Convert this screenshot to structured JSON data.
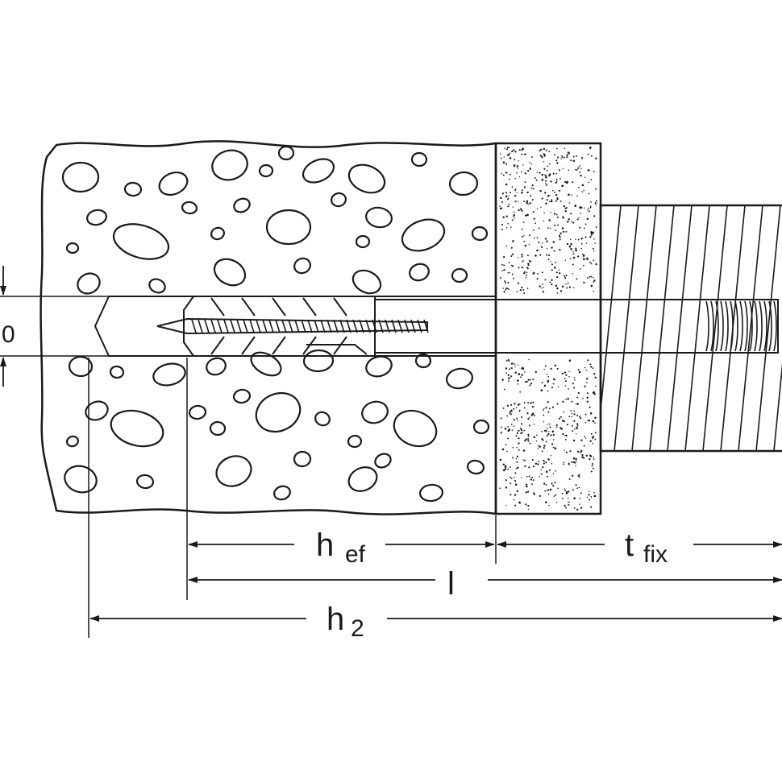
{
  "diagram": {
    "subject": "anchor-installation-cross-section",
    "labels": {
      "d0_suffix": "0",
      "hef_main": "h",
      "hef_sub": "ef",
      "tfix_main": "t",
      "tfix_sub": "fix",
      "l": "l",
      "h2_main": "h",
      "h2_sub": "2"
    },
    "colors": {
      "ink": "#1a1a1a",
      "background": "#ffffff",
      "pebble_fill": "#ffffff"
    },
    "icons": {
      "dimension_arrow": "arrowhead"
    }
  }
}
